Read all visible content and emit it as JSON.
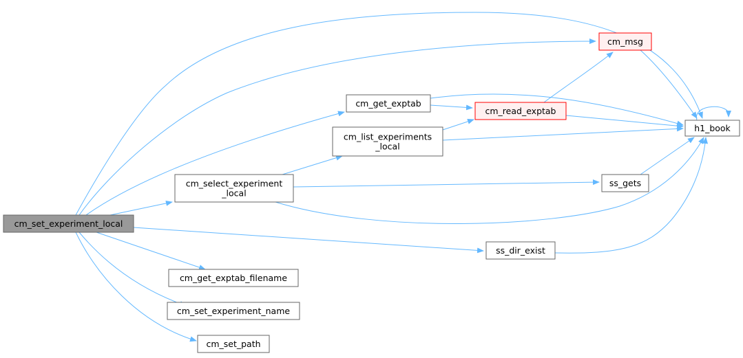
{
  "colors": {
    "edge": "#63b8ff",
    "node_border": "#666666",
    "node_fill": "#ffffff",
    "root_fill": "#999999",
    "root_border": "#666666",
    "truncated_border": "#ff0000",
    "truncated_fill": "#fff0f0"
  },
  "nodes": [
    {
      "id": "cm_set_experiment_local",
      "lines": [
        "cm_set_experiment_local"
      ],
      "style": "root"
    },
    {
      "id": "cm_get_exptab",
      "lines": [
        "cm_get_exptab"
      ],
      "style": "normal"
    },
    {
      "id": "cm_read_exptab",
      "lines": [
        "cm_read_exptab"
      ],
      "style": "truncated"
    },
    {
      "id": "cm_msg",
      "lines": [
        "cm_msg"
      ],
      "style": "truncated"
    },
    {
      "id": "h1_book",
      "lines": [
        "h1_book"
      ],
      "style": "normal"
    },
    {
      "id": "cm_list_experiments_local",
      "lines": [
        "cm_list_experiments",
        "_local"
      ],
      "style": "normal"
    },
    {
      "id": "cm_select_experiment_local",
      "lines": [
        "cm_select_experiment",
        "_local"
      ],
      "style": "normal"
    },
    {
      "id": "ss_gets",
      "lines": [
        "ss_gets"
      ],
      "style": "normal"
    },
    {
      "id": "ss_dir_exist",
      "lines": [
        "ss_dir_exist"
      ],
      "style": "normal"
    },
    {
      "id": "cm_get_exptab_filename",
      "lines": [
        "cm_get_exptab_filename"
      ],
      "style": "normal"
    },
    {
      "id": "cm_set_experiment_name",
      "lines": [
        "cm_set_experiment_name"
      ],
      "style": "normal"
    },
    {
      "id": "cm_set_path",
      "lines": [
        "cm_set_path"
      ],
      "style": "normal"
    }
  ],
  "edges": [
    [
      "cm_set_experiment_local",
      "h1_book"
    ],
    [
      "cm_set_experiment_local",
      "cm_msg"
    ],
    [
      "cm_set_experiment_local",
      "cm_get_exptab"
    ],
    [
      "cm_set_experiment_local",
      "cm_select_experiment_local"
    ],
    [
      "cm_set_experiment_local",
      "ss_dir_exist"
    ],
    [
      "cm_set_experiment_local",
      "cm_get_exptab_filename"
    ],
    [
      "cm_set_experiment_local",
      "cm_set_experiment_name"
    ],
    [
      "cm_set_experiment_local",
      "cm_set_path"
    ],
    [
      "cm_get_exptab",
      "cm_read_exptab"
    ],
    [
      "cm_get_exptab",
      "h1_book"
    ],
    [
      "cm_read_exptab",
      "cm_msg"
    ],
    [
      "cm_read_exptab",
      "h1_book"
    ],
    [
      "cm_msg",
      "h1_book"
    ],
    [
      "h1_book",
      "h1_book"
    ],
    [
      "cm_list_experiments_local",
      "cm_read_exptab"
    ],
    [
      "cm_list_experiments_local",
      "h1_book"
    ],
    [
      "cm_select_experiment_local",
      "cm_list_experiments_local"
    ],
    [
      "cm_select_experiment_local",
      "ss_gets"
    ],
    [
      "cm_select_experiment_local",
      "h1_book"
    ],
    [
      "ss_gets",
      "h1_book"
    ],
    [
      "ss_dir_exist",
      "h1_book"
    ]
  ]
}
